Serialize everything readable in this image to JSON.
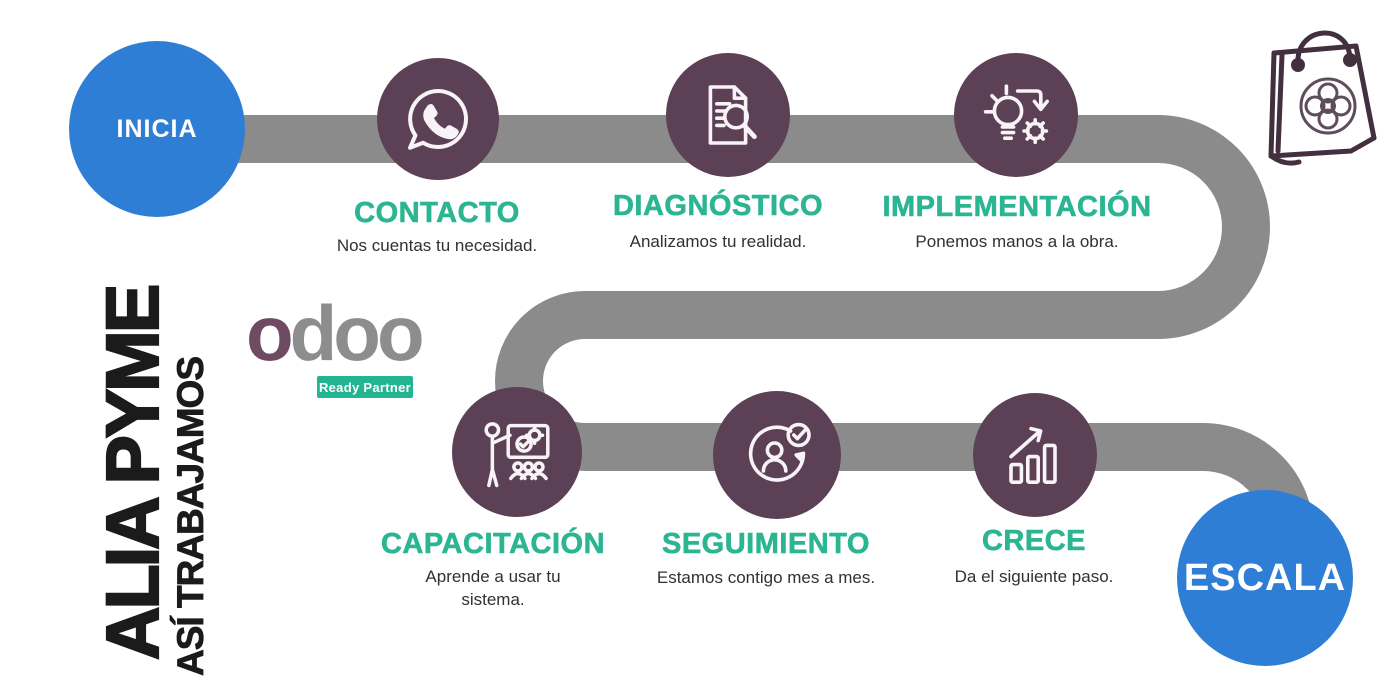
{
  "journey": {
    "start_label": "INICIA",
    "end_label": "ESCALA"
  },
  "sidebar_title": {
    "main": "ALIA PYME",
    "subtitle": "ASÍ TRABAJAMOS"
  },
  "partner_logo": {
    "brand_first": "o",
    "brand_rest": "doo",
    "badge": "Ready Partner"
  },
  "steps": [
    {
      "id": "contacto",
      "label": "CONTACTO",
      "description": "Nos cuentas tu necesidad.",
      "icon": "whatsapp-icon"
    },
    {
      "id": "diagnostico",
      "label": "DIAGNÓSTICO",
      "description": "Analizamos tu realidad.",
      "icon": "document-search-icon"
    },
    {
      "id": "implementacion",
      "label": "IMPLEMENTACIÓN",
      "description": "Ponemos manos a la obra.",
      "icon": "idea-gear-icon"
    },
    {
      "id": "capacitacion",
      "label": "CAPACITACIÓN",
      "description": "Aprende a usar tu sistema.",
      "icon": "training-board-icon"
    },
    {
      "id": "seguimiento",
      "label": "SEGUIMIENTO",
      "description": "Estamos contigo mes a mes.",
      "icon": "follow-up-icon"
    },
    {
      "id": "crece",
      "label": "CRECE",
      "description": "Da el siguiente paso.",
      "icon": "growth-chart-icon"
    }
  ],
  "colors": {
    "node_blue": "#2f7ed5",
    "path_gray": "#8b8b8b",
    "step_purple": "#5c4156",
    "accent_green": "#2bb593",
    "badge_green": "#23b493",
    "title_black": "#1b1b1b",
    "body_text": "#332f33",
    "odoo_purple": "#6f4a63",
    "odoo_gray": "#8d8d8d",
    "bag_outline": "#43303f"
  }
}
